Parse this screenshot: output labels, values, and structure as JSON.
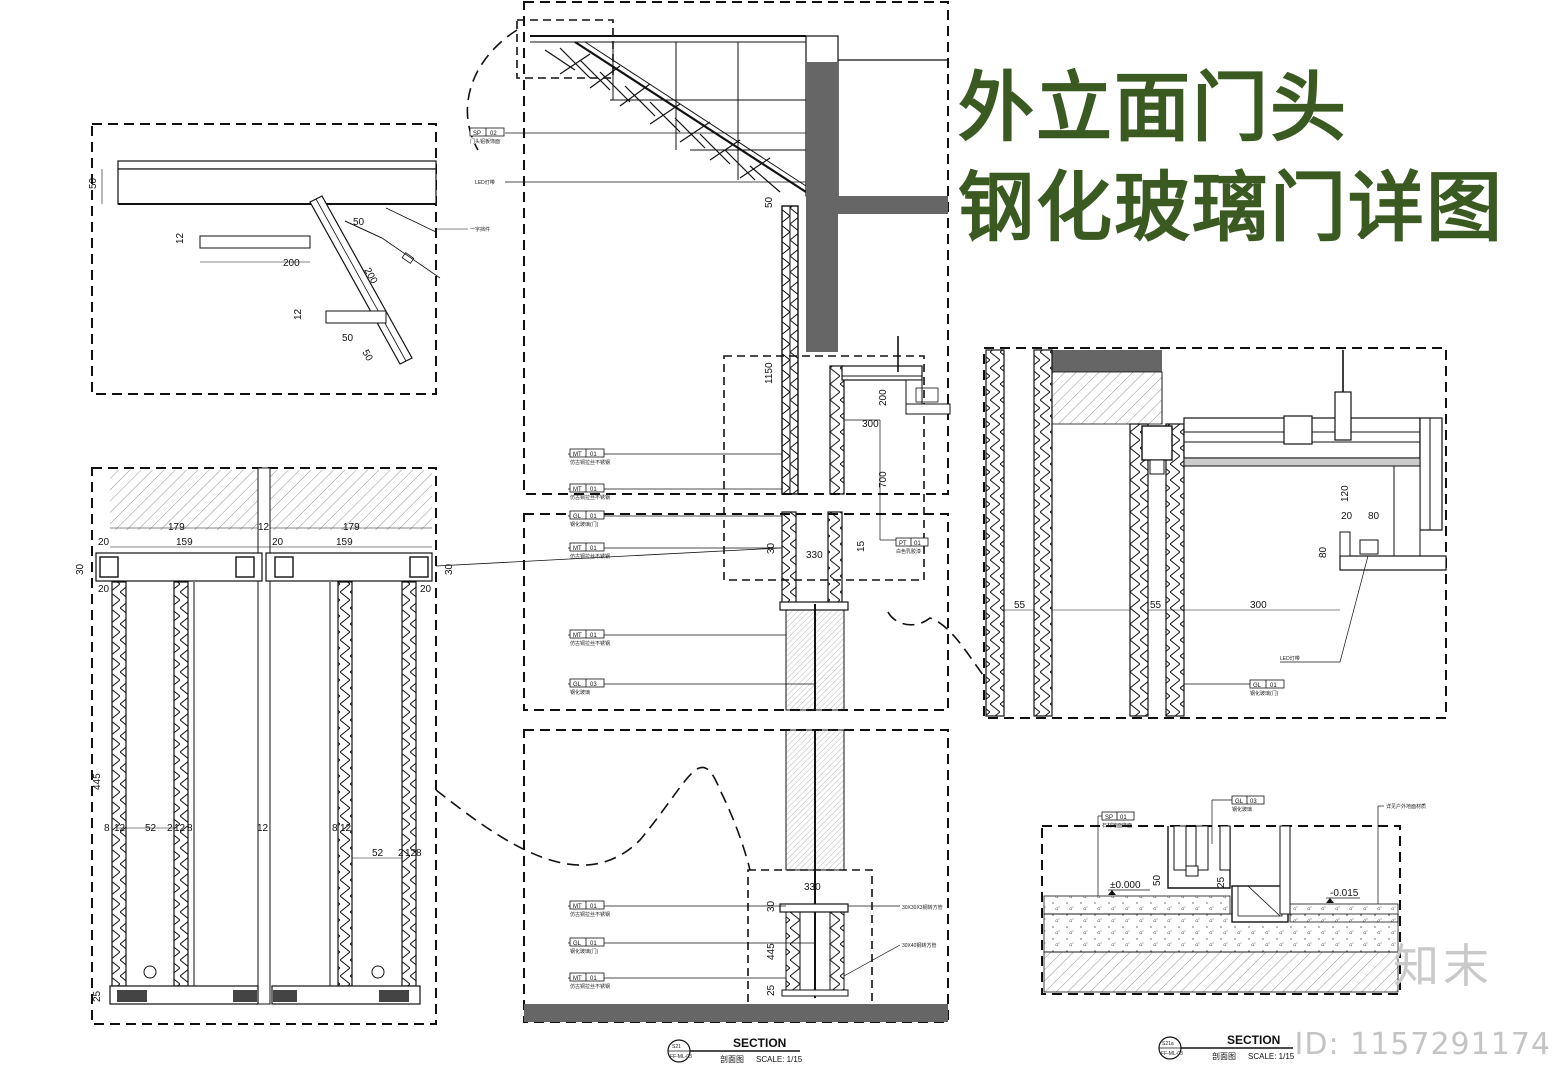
{
  "title": {
    "line1": "外立面门头",
    "line2": "钢化玻璃门详图"
  },
  "watermark": {
    "brand": "知末",
    "id": "ID: 1157291174"
  },
  "section_labels": [
    {
      "heading": "SECTION",
      "sub": "剖面图",
      "scale": "SCALE: 1/15",
      "callout_top": "S21",
      "callout_bottom": "FF-ML-03"
    },
    {
      "heading": "SECTION",
      "sub": "剖面图",
      "scale": "SCALE: 1/15",
      "callout_top": "S21a",
      "callout_bottom": "FF-ML-03"
    }
  ],
  "detail_top_left": {
    "dims": [
      "50",
      "12",
      "200",
      "12",
      "50",
      "50",
      "200",
      "50"
    ],
    "note": "一字挡件"
  },
  "detail_bottom_left": {
    "dims": [
      "179",
      "12",
      "179",
      "20",
      "159",
      "20",
      "159",
      "30",
      "30",
      "20",
      "20",
      "445",
      "8",
      "12",
      "52",
      "2",
      "12",
      "8",
      "12",
      "8",
      "12",
      "52",
      "2",
      "12",
      "8",
      "25"
    ]
  },
  "main_section": {
    "tags": [
      {
        "code": "SP",
        "num": "02",
        "note": "门头铝板饰面"
      },
      {
        "code": "",
        "num": "",
        "note": "LED灯带"
      },
      {
        "code": "MT",
        "num": "01",
        "note": "仿古铜拉丝不锈钢"
      },
      {
        "code": "MT",
        "num": "01",
        "note": "仿古铜拉丝不锈钢"
      },
      {
        "code": "GL",
        "num": "01",
        "note": "钢化玻璃(门)"
      },
      {
        "code": "MT",
        "num": "01",
        "note": "仿古铜拉丝不锈钢"
      },
      {
        "code": "MT",
        "num": "01",
        "note": "仿古铜拉丝不锈钢"
      },
      {
        "code": "GL",
        "num": "03",
        "note": "钢化玻璃"
      },
      {
        "code": "MT",
        "num": "01",
        "note": "仿古铜拉丝不锈钢"
      },
      {
        "code": "GL",
        "num": "01",
        "note": "钢化玻璃(门)"
      },
      {
        "code": "MT",
        "num": "01",
        "note": "仿古铜拉丝不锈钢"
      }
    ],
    "pt_tag": {
      "code": "PT",
      "num": "01",
      "note": "白色乳胶漆"
    },
    "dims": [
      "50",
      "1150",
      "200",
      "300",
      "700",
      "30",
      "330",
      "15",
      "330",
      "30",
      "445",
      "25"
    ],
    "side_notes": [
      "30X30X3钢转方管",
      "30X40钢转方管"
    ]
  },
  "detail_right": {
    "dims": [
      "120",
      "20",
      "80",
      "80",
      "55",
      "55",
      "300"
    ],
    "note": "LED灯带",
    "tag": {
      "code": "GL",
      "num": "01",
      "note": "钢化玻璃(门)"
    }
  },
  "detail_floor": {
    "tags": [
      {
        "code": "SP",
        "num": "01",
        "note": "石材地面饰面"
      },
      {
        "code": "GL",
        "num": "03",
        "note": "钢化玻璃"
      }
    ],
    "note": "详见户外地面材质",
    "levels": [
      "±0.000",
      "-0.015"
    ],
    "dims": [
      "50",
      "25"
    ]
  }
}
